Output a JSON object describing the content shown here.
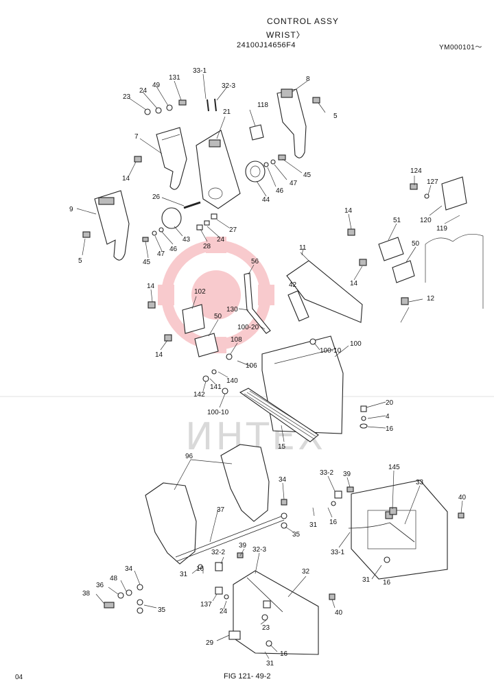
{
  "header": {
    "title_line1": "CONTROL  ASSY",
    "title_line2": "WRIST〉",
    "part_code": "24100J14656F4",
    "serial_range": "YM000101〜"
  },
  "footer": {
    "page_left": "04",
    "figure_ref": "FIG 121- 49-2"
  },
  "watermark": {
    "text": "ИНТЕХ",
    "color": "#e8454f"
  },
  "callouts": [
    {
      "id": "c-23a",
      "text": "23"
    },
    {
      "id": "c-24a",
      "text": "24"
    },
    {
      "id": "c-49",
      "text": "49"
    },
    {
      "id": "c-131",
      "text": "131"
    },
    {
      "id": "c-33-1a",
      "text": "33-1"
    },
    {
      "id": "c-32-3a",
      "text": "32-3"
    },
    {
      "id": "c-8",
      "text": "8"
    },
    {
      "id": "c-5a",
      "text": "5"
    },
    {
      "id": "c-7",
      "text": "7"
    },
    {
      "id": "c-21",
      "text": "21"
    },
    {
      "id": "c-118",
      "text": "118"
    },
    {
      "id": "c-14a",
      "text": "14"
    },
    {
      "id": "c-45a",
      "text": "45"
    },
    {
      "id": "c-47a",
      "text": "47"
    },
    {
      "id": "c-46a",
      "text": "46"
    },
    {
      "id": "c-44",
      "text": "44"
    },
    {
      "id": "c-124",
      "text": "124"
    },
    {
      "id": "c-127",
      "text": "127"
    },
    {
      "id": "c-120",
      "text": "120"
    },
    {
      "id": "c-119",
      "text": "119"
    },
    {
      "id": "c-26",
      "text": "26"
    },
    {
      "id": "c-9",
      "text": "9"
    },
    {
      "id": "c-5b",
      "text": "5"
    },
    {
      "id": "c-43",
      "text": "43"
    },
    {
      "id": "c-27",
      "text": "27"
    },
    {
      "id": "c-24b",
      "text": "24"
    },
    {
      "id": "c-28",
      "text": "28"
    },
    {
      "id": "c-46b",
      "text": "46"
    },
    {
      "id": "c-47b",
      "text": "47"
    },
    {
      "id": "c-45b",
      "text": "45"
    },
    {
      "id": "c-14b",
      "text": "14"
    },
    {
      "id": "c-51",
      "text": "51"
    },
    {
      "id": "c-50a",
      "text": "50"
    },
    {
      "id": "c-14c",
      "text": "14"
    },
    {
      "id": "c-56",
      "text": "56"
    },
    {
      "id": "c-11",
      "text": "11"
    },
    {
      "id": "c-14d",
      "text": "14"
    },
    {
      "id": "c-102",
      "text": "102"
    },
    {
      "id": "c-42",
      "text": "42"
    },
    {
      "id": "c-12",
      "text": "12"
    },
    {
      "id": "c-130",
      "text": "130"
    },
    {
      "id": "c-50b",
      "text": "50"
    },
    {
      "id": "c-100-20",
      "text": "100-20"
    },
    {
      "id": "c-108",
      "text": "108"
    },
    {
      "id": "c-100",
      "text": "100"
    },
    {
      "id": "c-100-10a",
      "text": "100-10"
    },
    {
      "id": "c-14e",
      "text": "14"
    },
    {
      "id": "c-106",
      "text": "106"
    },
    {
      "id": "c-140",
      "text": "140"
    },
    {
      "id": "c-141",
      "text": "141"
    },
    {
      "id": "c-142",
      "text": "142"
    },
    {
      "id": "c-100-10b",
      "text": "100-10"
    },
    {
      "id": "c-20",
      "text": "20"
    },
    {
      "id": "c-4",
      "text": "4"
    },
    {
      "id": "c-16a",
      "text": "16"
    },
    {
      "id": "c-15",
      "text": "15"
    },
    {
      "id": "c-96",
      "text": "96"
    },
    {
      "id": "c-34a",
      "text": "34"
    },
    {
      "id": "c-33-2",
      "text": "33-2"
    },
    {
      "id": "c-39a",
      "text": "39"
    },
    {
      "id": "c-145",
      "text": "145"
    },
    {
      "id": "c-33",
      "text": "33"
    },
    {
      "id": "c-40a",
      "text": "40"
    },
    {
      "id": "c-37",
      "text": "37"
    },
    {
      "id": "c-35a",
      "text": "35"
    },
    {
      "id": "c-31a",
      "text": "31"
    },
    {
      "id": "c-16b",
      "text": "16"
    },
    {
      "id": "c-33-1b",
      "text": "33-1"
    },
    {
      "id": "c-32-2",
      "text": "32-2"
    },
    {
      "id": "c-39b",
      "text": "39"
    },
    {
      "id": "c-32-3b",
      "text": "32-3"
    },
    {
      "id": "c-31b",
      "text": "31"
    },
    {
      "id": "c-16c",
      "text": "16"
    },
    {
      "id": "c-34b",
      "text": "34"
    },
    {
      "id": "c-31c",
      "text": "31"
    },
    {
      "id": "c-16d",
      "text": "16"
    },
    {
      "id": "c-32",
      "text": "32"
    },
    {
      "id": "c-48",
      "text": "48"
    },
    {
      "id": "c-36",
      "text": "36"
    },
    {
      "id": "c-38",
      "text": "38"
    },
    {
      "id": "c-35b",
      "text": "35"
    },
    {
      "id": "c-137",
      "text": "137"
    },
    {
      "id": "c-24c",
      "text": "24"
    },
    {
      "id": "c-40b",
      "text": "40"
    },
    {
      "id": "c-23b",
      "text": "23"
    },
    {
      "id": "c-29",
      "text": "29"
    },
    {
      "id": "c-16e",
      "text": "16"
    },
    {
      "id": "c-31d",
      "text": "31"
    }
  ]
}
